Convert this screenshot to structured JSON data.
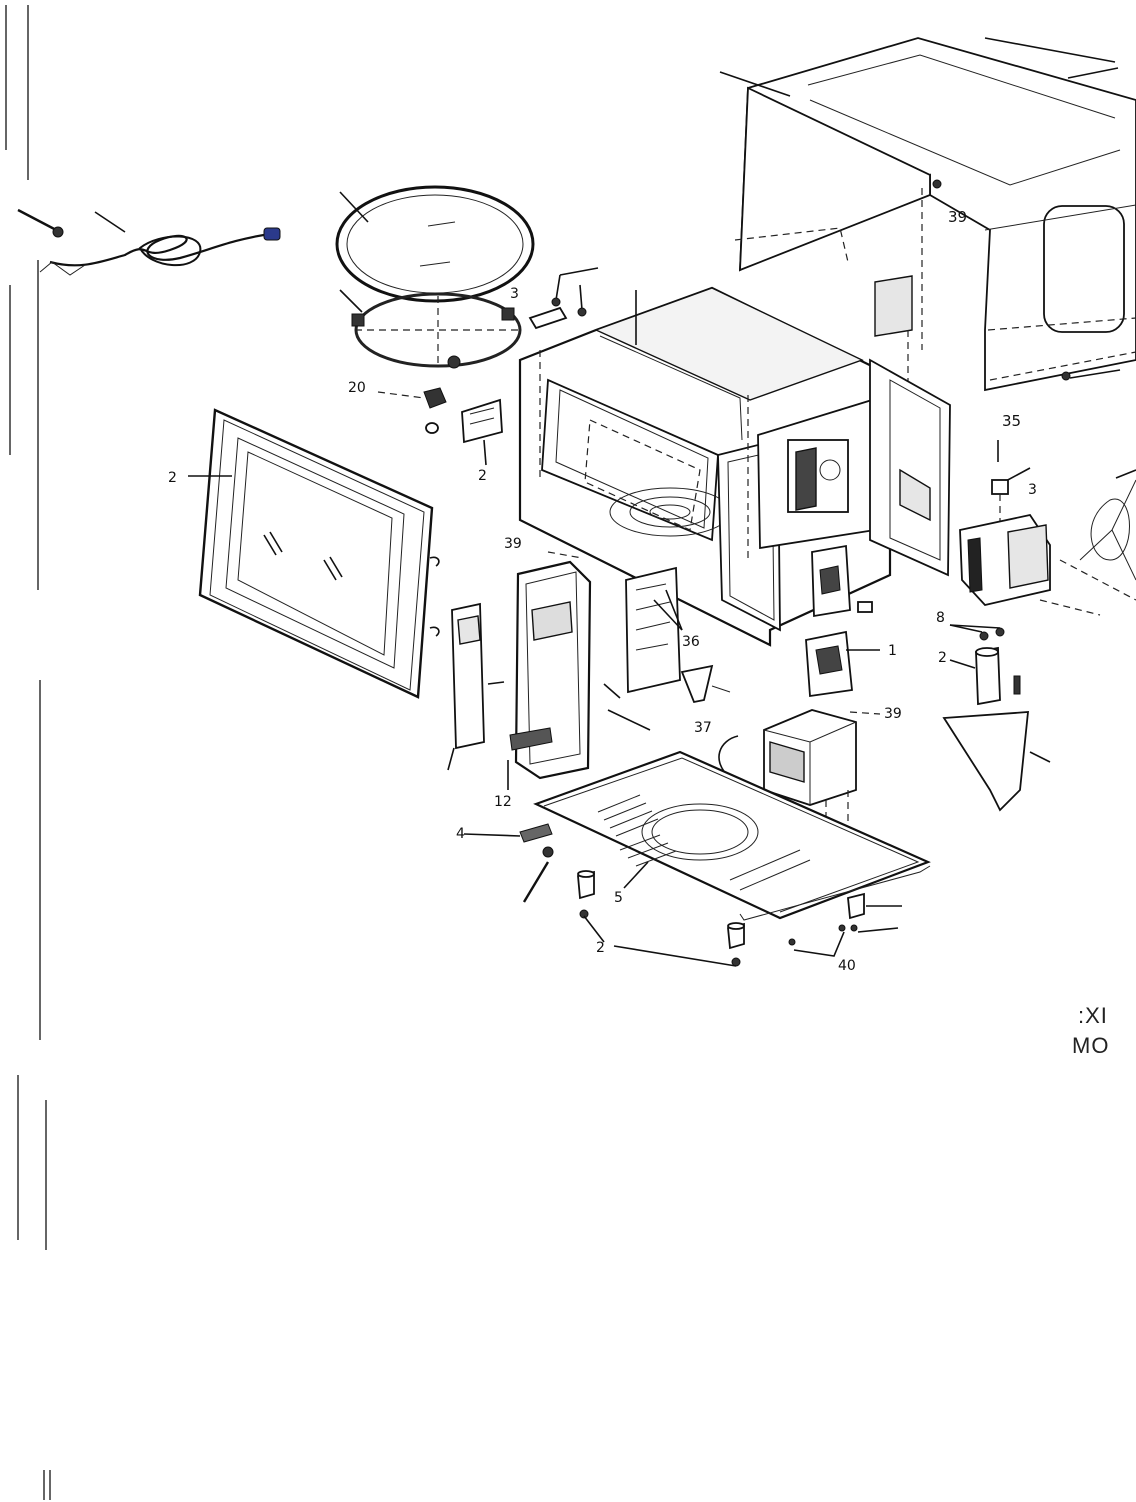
{
  "labels": {
    "door": "2",
    "glass_tray": "",
    "roller_ring": "",
    "coupler": "20",
    "waveguide_cover": "2",
    "cover_screw": "39",
    "bracket_top": "3",
    "fan_mount": "35",
    "transformer_side": "3",
    "frame_screw": "39",
    "control_panel": "12",
    "board_screws": "36",
    "thermostat": "37",
    "hv_screw": "39",
    "switch_assy": "1",
    "screw_pair": "8",
    "lamp": "2",
    "hinge": "4",
    "base_plate": "5",
    "foot_screws": "2",
    "base_screws": "40"
  },
  "edge_text": {
    "line1": ":XI",
    "line2": "MO"
  }
}
